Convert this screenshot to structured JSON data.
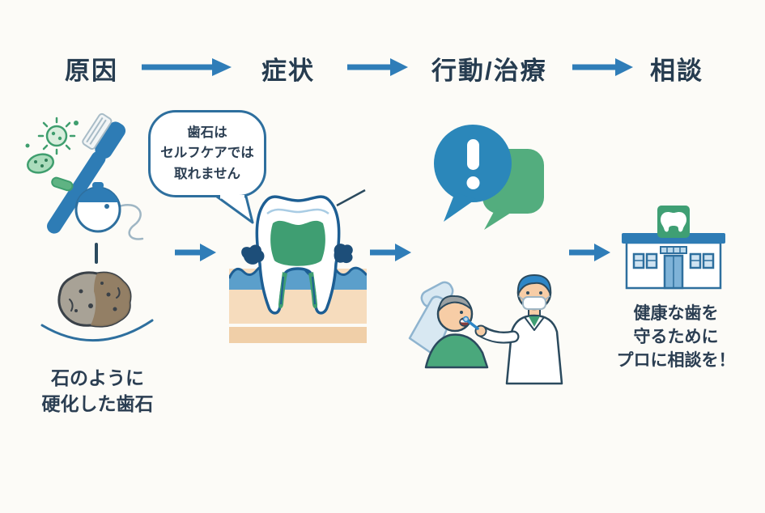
{
  "header": {
    "steps": [
      {
        "label": "原因"
      },
      {
        "label": "症状"
      },
      {
        "label": "行動/治療"
      },
      {
        "label": "相談"
      }
    ]
  },
  "cause_section": {
    "caption": {
      "line1": "石のように",
      "line2": "硬化した歯石"
    },
    "icons": [
      "bacteria-icon",
      "toothbrush-icon",
      "floss-icon",
      "tartar-rock-icon"
    ]
  },
  "symptom_section": {
    "speech_bubble": {
      "line1": "歯石は",
      "line2": "セルフケアでは",
      "line3": "取れません"
    },
    "icons": [
      "tooth-cross-section-icon"
    ]
  },
  "action_section": {
    "icons": [
      "exclamation-bubble-icon",
      "dentist-patient-icon"
    ]
  },
  "consult_section": {
    "caption": {
      "line1": "健康な歯を",
      "line2": "守るために",
      "line3": "プロに相談を！"
    },
    "icons": [
      "clinic-icon"
    ]
  },
  "colors": {
    "accent_blue": "#2f7db8",
    "dark_navy_text": "#263c50",
    "green": "#3f9e74",
    "gum_beige": "#f6dcbd",
    "tartar_navy": "#1d4e79",
    "background": "#fcfbf7"
  }
}
